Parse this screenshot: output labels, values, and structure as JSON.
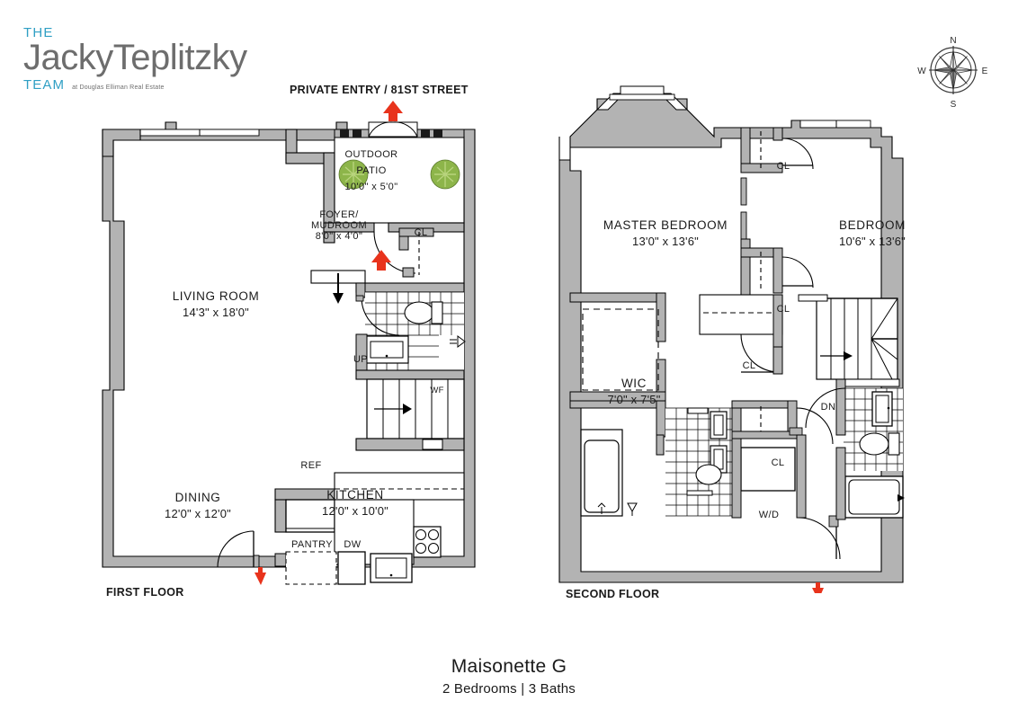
{
  "brand": {
    "the": "THE",
    "name": "JackyTeplitzky",
    "team": "TEAM",
    "affiliation": "at Douglas Elliman Real Estate",
    "accent_color": "#2f9fc4",
    "name_color": "#6d6d6d"
  },
  "compass": {
    "north": "N",
    "east": "E",
    "south": "S",
    "west": "W"
  },
  "colors": {
    "wall_fill": "#b3b3b3",
    "wall_stroke": "#000000",
    "arrow_red": "#e8331c",
    "tree_green": "#8db54a",
    "text": "#1a1a1a"
  },
  "floor1": {
    "title": "FIRST FLOOR",
    "entry_label": "PRIVATE ENTRY / 81ST STREET",
    "rooms": [
      {
        "name": "LIVING ROOM",
        "dim": "14'3\" x 18'0\""
      },
      {
        "name": "DINING",
        "dim": "12'0\" x 12'0\""
      },
      {
        "name": "KITCHEN",
        "dim": "12'0\" x 10'0\""
      },
      {
        "name": "OUTDOOR PATIO",
        "dim": "10'0\" x 5'0\""
      },
      {
        "name": "FOYER/ MUDROOM",
        "dim": "8'0\" x 4'0\""
      }
    ],
    "patio_line1": "OUTDOOR",
    "patio_line2": "PATIO",
    "foyer_line1": "FOYER/",
    "foyer_line2": "MUDROOM",
    "markers": {
      "closet": "CL",
      "up": "UP",
      "wf": "WF",
      "ref": "REF",
      "dw": "DW",
      "pantry": "PANTRY"
    }
  },
  "floor2": {
    "title": "SECOND FLOOR",
    "rooms": [
      {
        "name": "MASTER BEDROOM",
        "dim": "13'0\" x 13'6\""
      },
      {
        "name": "BEDROOM",
        "dim": "10'6\" x 13'6\""
      },
      {
        "name": "WIC",
        "dim": "7'0\" x 7'5\""
      }
    ],
    "markers": {
      "closet1": "CL",
      "closet2": "CL",
      "closet3": "CL",
      "closet4": "CL",
      "dn": "DN",
      "wd": "W/D"
    }
  },
  "caption": {
    "unit": "Maisonette G",
    "details": "2 Bedrooms | 3 Baths"
  }
}
